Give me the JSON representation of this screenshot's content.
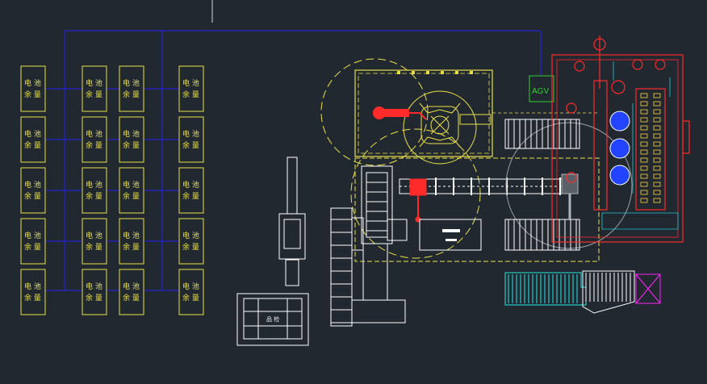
{
  "colors": {
    "background": "#212830",
    "bus_line": "#2222cc",
    "cell_outline": "#e8e04a",
    "robot": "#ff2a2a",
    "conveyor": "#ffffff",
    "agv": "#30d030",
    "feeder": "#22e8e8",
    "magenta": "#ff22ff",
    "blue_tank": "#2244ff"
  },
  "battery_grid": {
    "rows": 5,
    "columns": 4,
    "cell_label_line1": "电 池",
    "cell_label_line2": "余 量"
  },
  "agv_label": "AGV",
  "table_label": "品 检"
}
